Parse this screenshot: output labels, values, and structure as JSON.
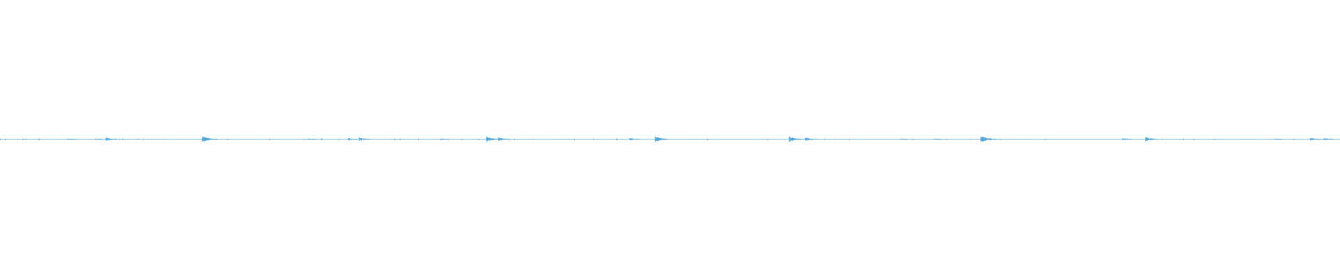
{
  "waveform": {
    "color": "#5aa9d6",
    "baseline_color": "#7fbfe3",
    "background": "#ffffff",
    "duration_fraction_markers": [
      0.05,
      0.071,
      0.079,
      0.151,
      0.23,
      0.26,
      0.268,
      0.329,
      0.363,
      0.372,
      0.47,
      0.489,
      0.589,
      0.601,
      0.672,
      0.697,
      0.732,
      0.838,
      0.855,
      0.951,
      0.978,
      0.988
    ],
    "marker_strength": [
      0.25,
      0.25,
      0.6,
      1.0,
      0.25,
      0.35,
      0.6,
      0.25,
      0.9,
      0.6,
      0.4,
      0.85,
      0.85,
      0.6,
      0.15,
      0.2,
      1.0,
      0.35,
      0.7,
      0.15,
      0.5,
      0.4
    ]
  }
}
